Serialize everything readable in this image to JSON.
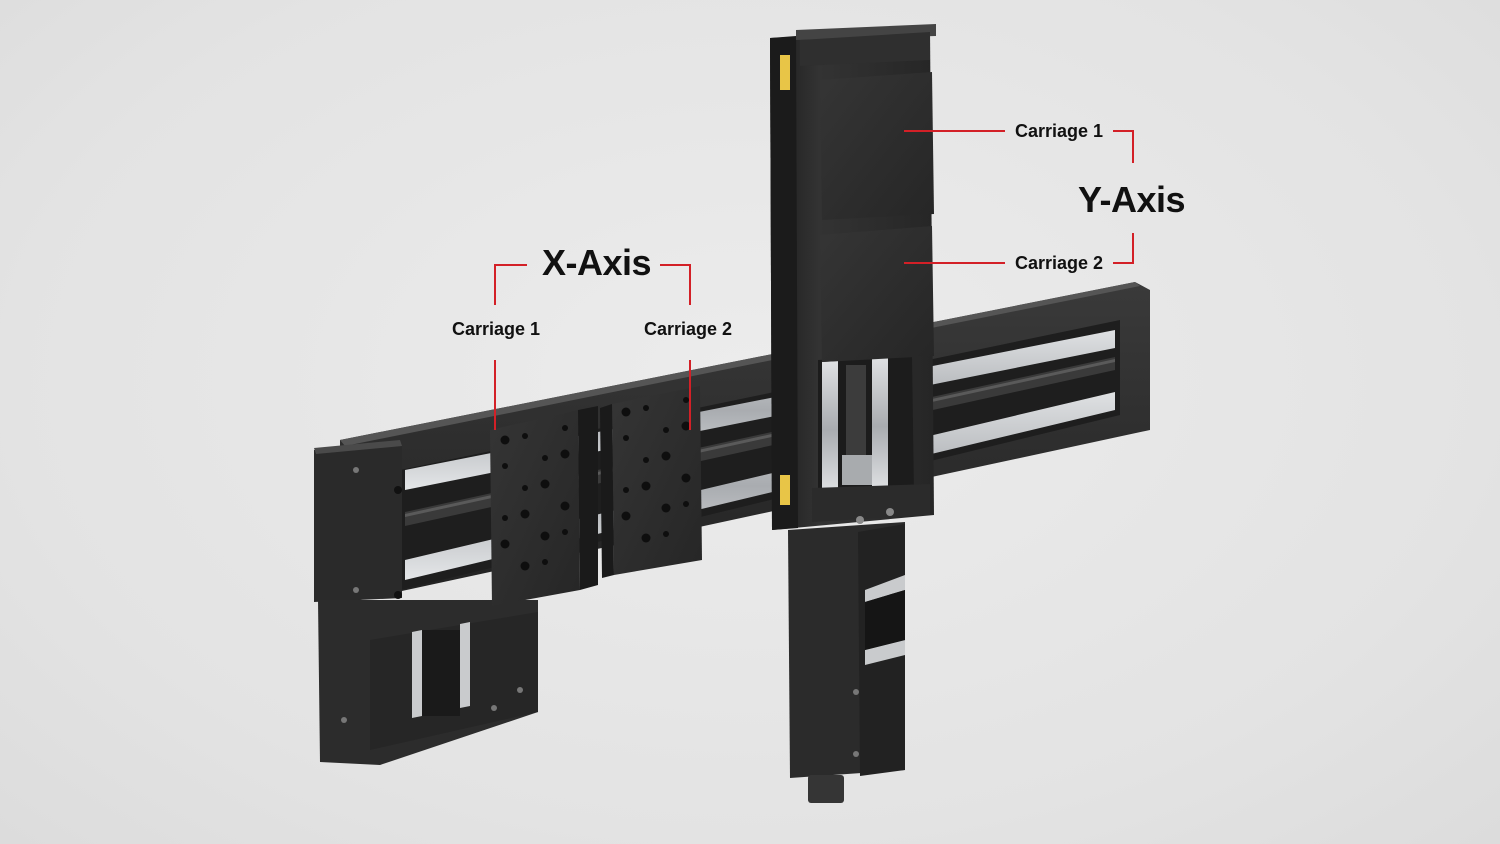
{
  "x_axis": {
    "title": "X-Axis",
    "carriage_1": "Carriage 1",
    "carriage_2": "Carriage 2"
  },
  "y_axis": {
    "title": "Y-Axis",
    "carriage_1": "Carriage 1",
    "carriage_2": "Carriage 2"
  },
  "colors": {
    "background": "#e6e6e6",
    "callout_line": "#d32027",
    "label_text": "#111111",
    "body_dark": "#2b2b2b",
    "rail_silver": "#b9bcc0"
  }
}
